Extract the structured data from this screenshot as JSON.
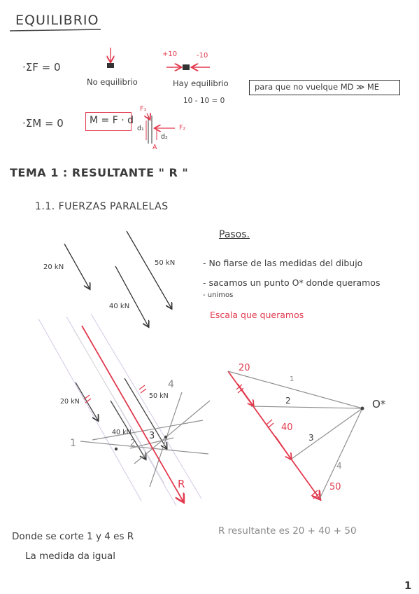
{
  "header": {
    "title": "EQUILIBRIO"
  },
  "sum_forces": {
    "equation": "·ΣF = 0",
    "no_eq_label": "No equilibrio",
    "eq_label": "Hay equilibrio",
    "plus_label": "+10",
    "minus_label": "-10",
    "eq_calc": "10 - 10 = 0",
    "note": "para que no vuelque  MD ≫ ME"
  },
  "sum_moments": {
    "equation": "·ΣM = 0",
    "formula": "M = F · d",
    "f1": "F₁",
    "f2": "F₂",
    "d1": "d₁",
    "d2": "d₂",
    "point": "A"
  },
  "topic": {
    "title": "TEMA 1 : RESULTANTE \" R \""
  },
  "section": {
    "title": "1.1. FUERZAS PARALELAS"
  },
  "steps": {
    "title": "Pasos.",
    "items": [
      "- No fiarse de las medidas del dibujo",
      "- sacamos un punto O* donde queramos",
      "- unimos"
    ],
    "scale_note": "Escala que queramos"
  },
  "forces": {
    "f20": "20 kN",
    "f40": "40 kN",
    "f50": "50 kN"
  },
  "funicular": {
    "f20": "20 kN",
    "f40": "40 kN",
    "f50": "50 kN",
    "n1": "1",
    "n2": "2",
    "n3": "3",
    "n4": "4",
    "resultant": "R"
  },
  "polygon": {
    "v20": "20",
    "v40": "40",
    "v50": "50",
    "l1": "1",
    "l2": "2",
    "l3": "3",
    "l4": "4",
    "pole": "O*"
  },
  "conclusion": {
    "line1": "Donde se corte 1 y 4 es R",
    "line2": "La medida da igual",
    "sum": "R resultante es  20 + 40 + 50"
  },
  "page": {
    "number": "1"
  },
  "colors": {
    "ink": "#3b3b3b",
    "red": "#e23a4e",
    "gray": "#8a8a8a",
    "light": "#d4c8e6"
  }
}
